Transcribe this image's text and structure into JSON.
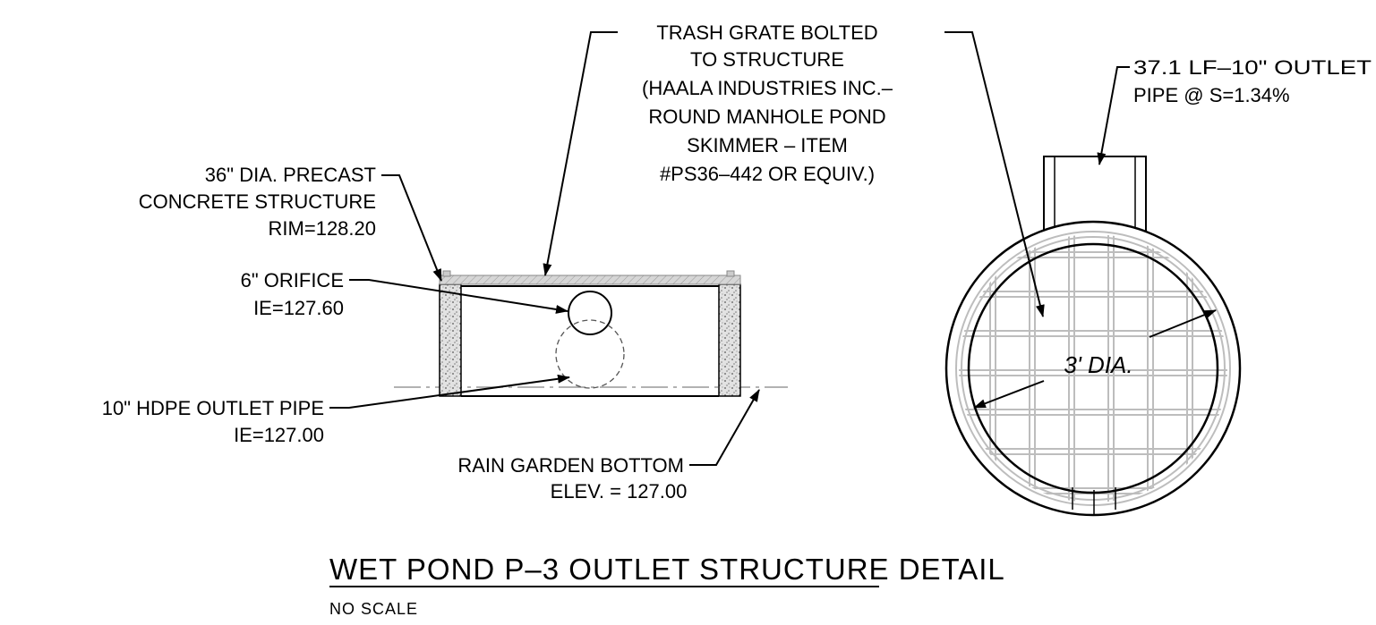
{
  "labels": {
    "trash_grate": [
      "TRASH GRATE BOLTED",
      "TO STRUCTURE",
      "(HAALA INDUSTRIES INC.–",
      "ROUND MANHOLE POND",
      "SKIMMER – ITEM",
      "#PS36–442 OR EQUIV.)"
    ],
    "precast": [
      "36\" DIA. PRECAST",
      "CONCRETE STRUCTURE",
      "RIM=128.20"
    ],
    "orifice": [
      "6\" ORIFICE",
      "IE=127.60"
    ],
    "outlet_pipe": [
      "10\" HDPE OUTLET PIPE",
      "IE=127.00"
    ],
    "rain_garden": [
      "RAIN GARDEN BOTTOM",
      "ELEV. = 127.00"
    ],
    "outlet_lf": [
      "37.1 LF–10\" OUTLET",
      "PIPE @ S=1.34%"
    ],
    "diameter": "3' DIA."
  },
  "title": "WET POND P–3 OUTLET STRUCTURE DETAIL",
  "subtitle": "NO SCALE",
  "colors": {
    "line": "#000000",
    "grate": "#bdbdbd",
    "concrete": "#cfcfcf",
    "hidden": "#999999"
  }
}
